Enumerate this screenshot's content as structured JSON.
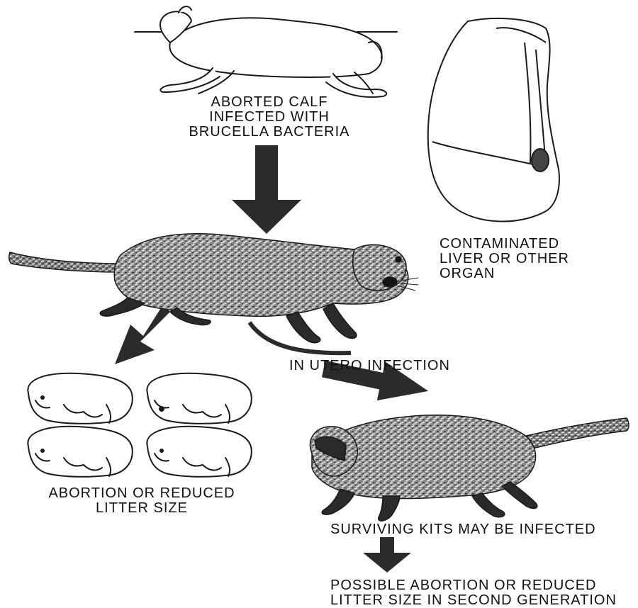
{
  "colors": {
    "ink": "#1a1a1a",
    "fur_dark": "#3a3a3a",
    "fur_light": "#cfcfcf",
    "arrow": "#2b2b2b"
  },
  "icons": {
    "calf": "aborted-calf-drawing",
    "liver": "liver-organ-drawing",
    "mink_adult": "infected-mink-drawing",
    "mink_kit": "surviving-kit-mink-drawing",
    "fetus": "aborted-fetus-drawing"
  },
  "labels": {
    "calf": [
      "ABORTED CALF",
      "INFECTED WITH",
      "BRUCELLA BACTERIA"
    ],
    "liver": [
      "CONTAMINATED",
      "LIVER OR OTHER",
      "ORGAN"
    ],
    "in_utero": "IN UTERO INFECTION",
    "abortion": [
      "ABORTION OR REDUCED",
      "LITTER SIZE"
    ],
    "surviving": "SURVIVING  KITS MAY BE INFECTED",
    "second_gen": [
      "POSSIBLE  ABORTION OR REDUCED",
      "LITTER SIZE IN SECOND GENERATION"
    ]
  }
}
